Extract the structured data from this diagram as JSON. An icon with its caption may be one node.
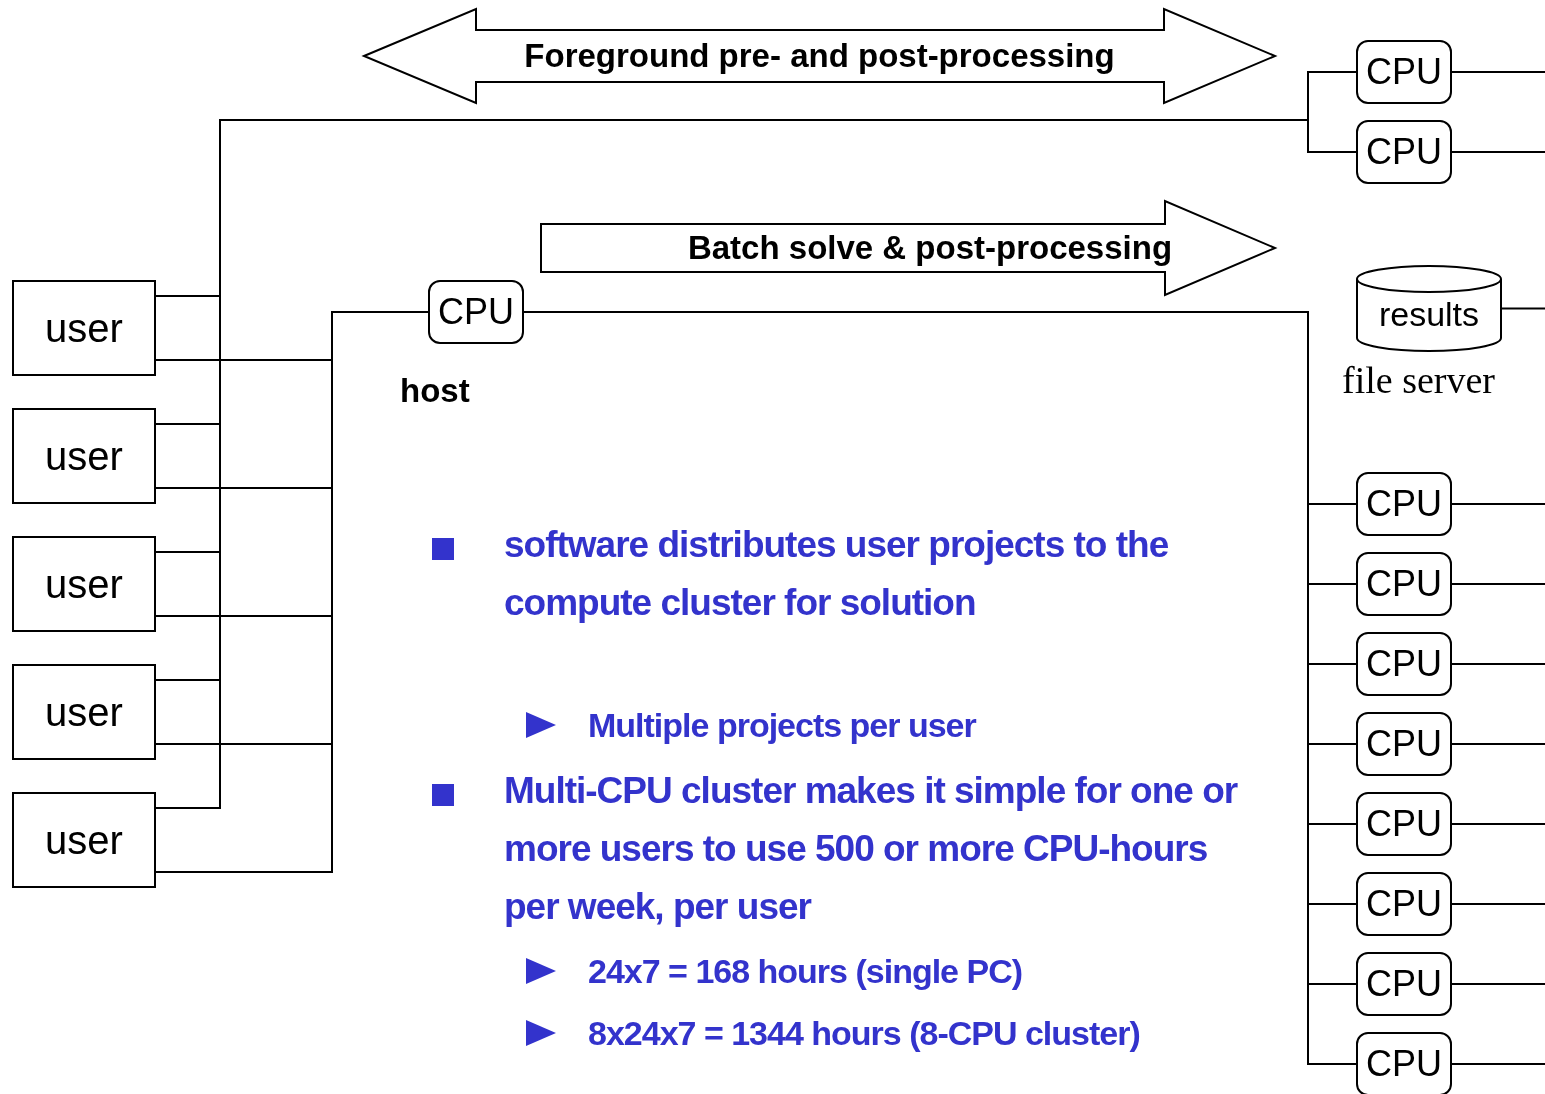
{
  "diagram": {
    "nodes": [
      {
        "text": [
          "Foreground pre- and post-processing"
        ]
      },
      {
        "text": [
          "CPU"
        ]
      },
      {
        "text": [
          "CPU"
        ]
      },
      {
        "text": [
          "Batch solve & post-processing"
        ]
      },
      {
        "text": [
          "user"
        ]
      },
      {
        "text": [
          "CPU"
        ],
        "beside": [
          "host"
        ]
      },
      {
        "text": [
          "results"
        ],
        "beside": [
          "file server"
        ]
      },
      {
        "text": [
          "user"
        ]
      },
      {
        "text": [
          "user"
        ]
      },
      {
        "text": [
          "user"
        ]
      },
      {
        "text": [
          "user"
        ]
      },
      {
        "text": [
          "CPU"
        ]
      },
      {
        "text": [
          "CPU"
        ]
      },
      {
        "text": [
          "CPU"
        ]
      },
      {
        "text": [
          "CPU"
        ]
      },
      {
        "text": [
          "CPU"
        ]
      },
      {
        "text": [
          "CPU"
        ]
      },
      {
        "text": [
          "CPU"
        ]
      },
      {
        "text": [
          "CPU"
        ]
      }
    ],
    "edges": [
      {
        "from": 4,
        "to": 1,
        "arrow": "none"
      },
      {
        "from": 4,
        "to": 2,
        "arrow": "none"
      },
      {
        "from": 7,
        "to": 1,
        "arrow": "none"
      },
      {
        "from": 7,
        "to": 2,
        "arrow": "none"
      },
      {
        "from": 8,
        "to": 1,
        "arrow": "none"
      },
      {
        "from": 8,
        "to": 2,
        "arrow": "none"
      },
      {
        "from": 9,
        "to": 1,
        "arrow": "none"
      },
      {
        "from": 9,
        "to": 2,
        "arrow": "none"
      },
      {
        "from": 10,
        "to": 1,
        "arrow": "none"
      },
      {
        "from": 10,
        "to": 2,
        "arrow": "none"
      },
      {
        "from": 4,
        "to": 5,
        "arrow": "none"
      },
      {
        "from": 7,
        "to": 5,
        "arrow": "none"
      },
      {
        "from": 8,
        "to": 5,
        "arrow": "none"
      },
      {
        "from": 9,
        "to": 5,
        "arrow": "none"
      },
      {
        "from": 10,
        "to": 5,
        "arrow": "none"
      },
      {
        "from": 5,
        "to": 11,
        "arrow": "none"
      },
      {
        "from": 5,
        "to": 12,
        "arrow": "none"
      },
      {
        "from": 5,
        "to": 13,
        "arrow": "none"
      },
      {
        "from": 5,
        "to": 14,
        "arrow": "none"
      },
      {
        "from": 5,
        "to": 15,
        "arrow": "none"
      },
      {
        "from": 5,
        "to": 16,
        "arrow": "none"
      },
      {
        "from": 5,
        "to": 17,
        "arrow": "none"
      },
      {
        "from": 5,
        "to": 18,
        "arrow": "none"
      },
      {
        "from": 1,
        "to": null,
        "arrow": "none"
      },
      {
        "from": 2,
        "to": null,
        "arrow": "none"
      },
      {
        "from": 6,
        "to": null,
        "arrow": "none"
      },
      {
        "from": 11,
        "to": null,
        "arrow": "none"
      },
      {
        "from": 12,
        "to": null,
        "arrow": "none"
      },
      {
        "from": 13,
        "to": null,
        "arrow": "none"
      },
      {
        "from": 14,
        "to": null,
        "arrow": "none"
      },
      {
        "from": 15,
        "to": null,
        "arrow": "none"
      },
      {
        "from": 16,
        "to": null,
        "arrow": "none"
      },
      {
        "from": 17,
        "to": null,
        "arrow": "none"
      },
      {
        "from": 18,
        "to": null,
        "arrow": "none"
      }
    ],
    "labels": [
      "software distributes user projects to the compute cluster for solution",
      "Multiple projects per user",
      "Multi-CPU cluster makes it simple for one or more users to use 500 or more CPU-hours per week, per user",
      "24x7 = 168 hours (single PC)",
      "8x24x7 = 1344 hours (8-CPU cluster)"
    ]
  }
}
